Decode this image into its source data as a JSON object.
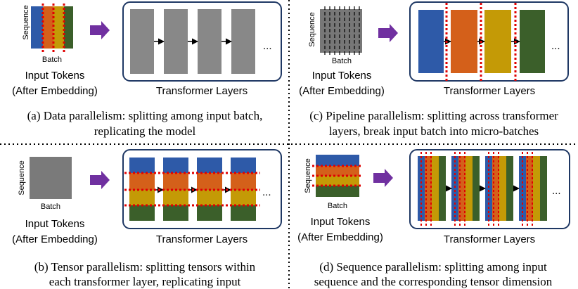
{
  "colors": {
    "blue": "#2e5aa8",
    "orange": "#d4601a",
    "yellow": "#c49a06",
    "green": "#3b5f2a",
    "gray": "#888888",
    "split_red": "#e00000",
    "arrow_purple": "#7030a0",
    "panel_border": "#1f3864"
  },
  "labels": {
    "sequence": "Sequence",
    "batch": "Batch",
    "input_tokens": "Input Tokens",
    "after_embedding": "(After Embedding)",
    "transformer_layers": "Transformer Layers",
    "ellipsis": "..."
  },
  "quadrants": {
    "a": {
      "caption_line1": "(a) Data parallelism: splitting among input batch,",
      "caption_line2": "replicating the model"
    },
    "b": {
      "caption_line1": "(b) Tensor parallelism: splitting tensors within",
      "caption_line2": "each transformer layer, replicating input"
    },
    "c": {
      "caption_line1": "(c) Pipeline parallelism: splitting across transformer",
      "caption_line2": "layers, break input batch into micro-batches"
    },
    "d": {
      "caption_line1": "(d) Sequence parallelism: splitting among input",
      "caption_line2": "sequence and the corresponding tensor dimension"
    }
  }
}
